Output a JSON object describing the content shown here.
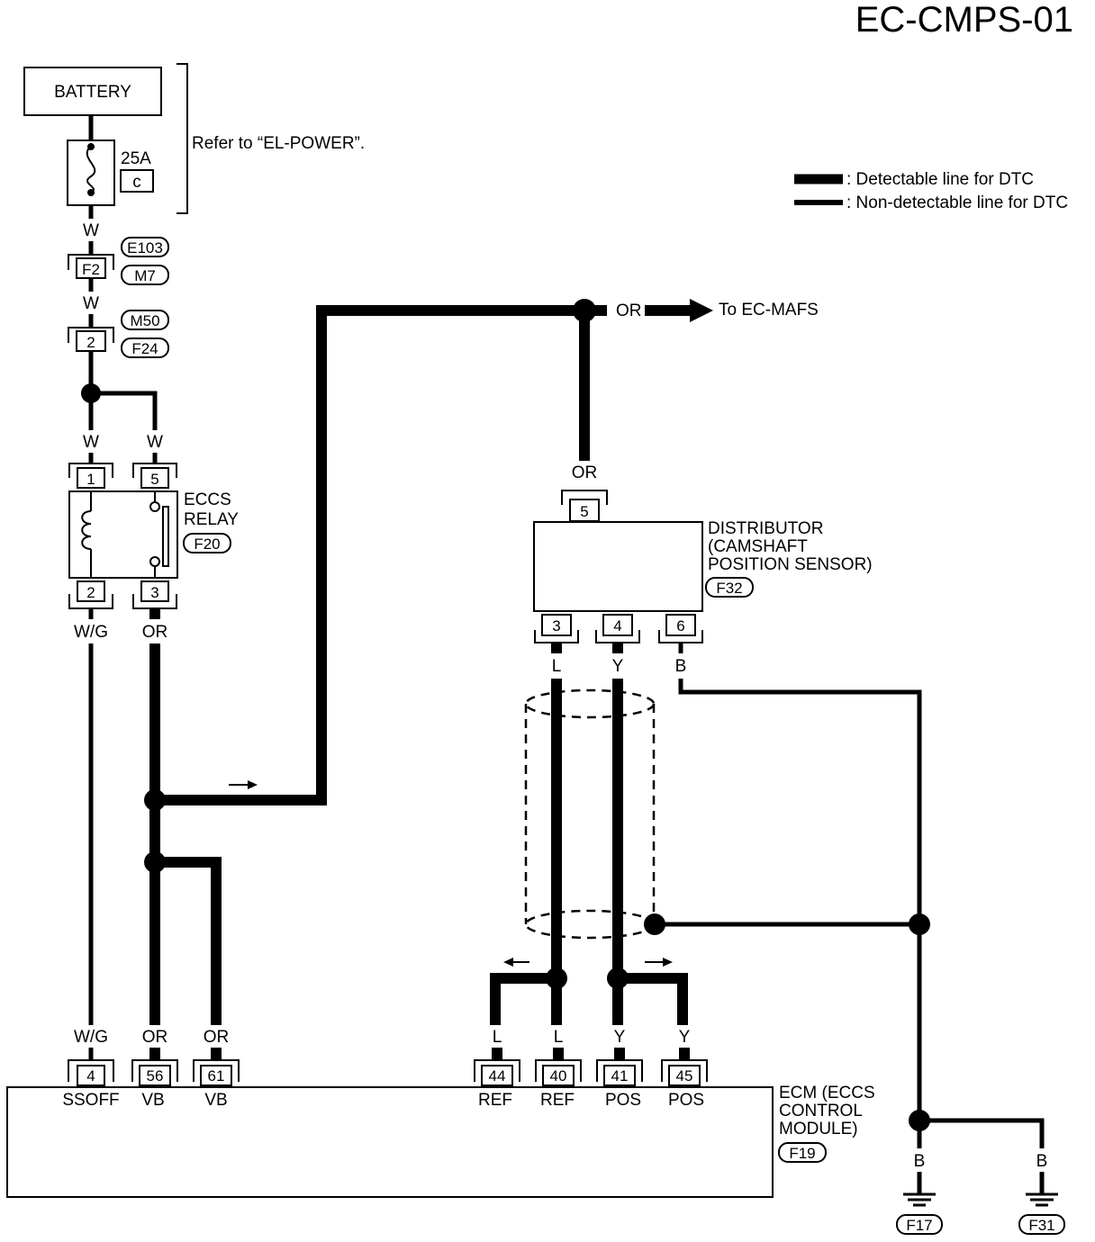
{
  "title": "EC-CMPS-01",
  "legend": {
    "detectable": ": Detectable line for DTC",
    "non_detectable": ": Non-detectable line for DTC"
  },
  "battery": "BATTERY",
  "fuse": {
    "rating": "25A",
    "id": "c"
  },
  "refer_note": "Refer to “EL-POWER”.",
  "connectors": {
    "e103": "E103",
    "m7": "M7",
    "m50": "M50",
    "f24": "F24",
    "f20": "F20",
    "f32": "F32",
    "f19": "F19",
    "f17": "F17",
    "f31": "F31"
  },
  "pins": {
    "f2": "F2",
    "c2": "2",
    "relay_1": "1",
    "relay_5": "5",
    "relay_2": "2",
    "relay_3": "3",
    "dist_5": "5",
    "dist_3": "3",
    "dist_4": "4",
    "dist_6": "6",
    "ecm_4": "4",
    "ecm_56": "56",
    "ecm_61": "61",
    "ecm_44": "44",
    "ecm_40": "40",
    "ecm_41": "41",
    "ecm_45": "45"
  },
  "wire_colors": {
    "w1": "W",
    "w2": "W",
    "w3": "W",
    "w4": "W",
    "wg1": "W/G",
    "or1": "OR",
    "or_top": "OR",
    "or_dist": "OR",
    "l1": "L",
    "y1": "Y",
    "b1": "B",
    "wg2": "W/G",
    "or2": "OR",
    "or3": "OR",
    "l2": "L",
    "l3": "L",
    "y2": "Y",
    "y3": "Y",
    "b2": "B",
    "b3": "B"
  },
  "to_mafs": "To EC-MAFS",
  "relay": {
    "line1": "ECCS",
    "line2": "RELAY"
  },
  "distributor": {
    "line1": "DISTRIBUTOR",
    "line2": "(CAMSHAFT",
    "line3": "POSITION SENSOR)"
  },
  "ecm": {
    "line1": "ECM (ECCS",
    "line2": "CONTROL",
    "line3": "MODULE)",
    "terminals": [
      "SSOFF",
      "VB",
      "VB",
      "REF",
      "REF",
      "POS",
      "POS"
    ]
  }
}
